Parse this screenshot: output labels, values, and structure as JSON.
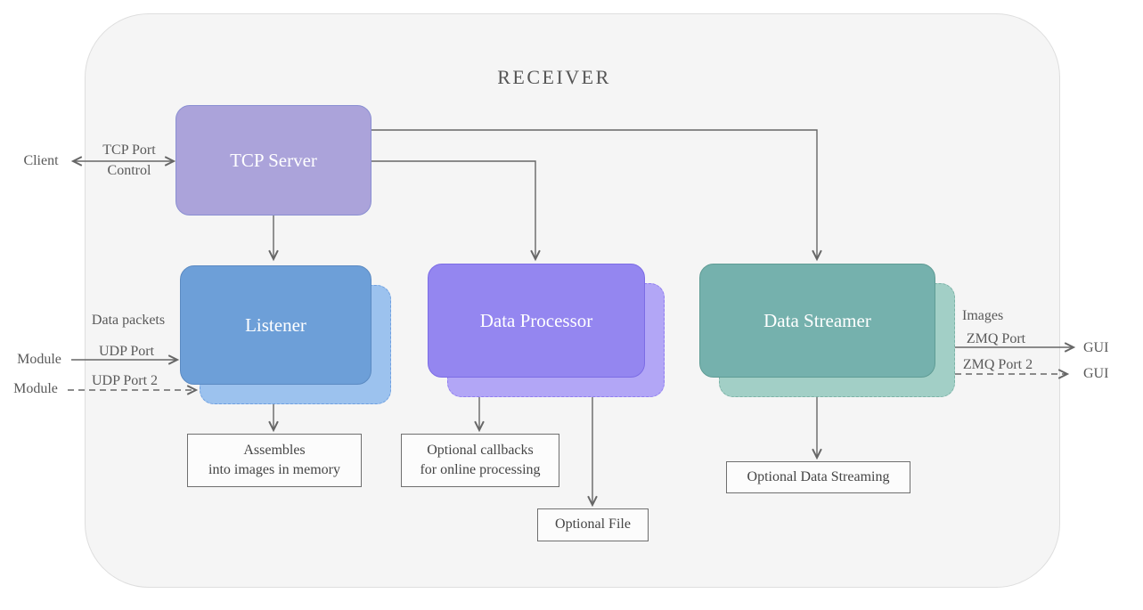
{
  "title": "RECEIVER",
  "colors": {
    "container_fill": "#f5f5f5",
    "tcp_server_fill": "#aba3da",
    "listener_fill": "#6d9fd8",
    "listener_shadow_fill": "#9cc2ee",
    "processor_fill": "#9486f0",
    "processor_shadow_fill": "#b2a6f6",
    "streamer_fill": "#75b1ad",
    "streamer_shadow_fill": "#a2cfc6",
    "wire": "#666666",
    "label_text": "#595959"
  },
  "nodes": {
    "tcp_server": "TCP Server",
    "listener": "Listener",
    "data_processor": "Data Processor",
    "data_streamer": "Data Streamer"
  },
  "notes": {
    "assembles_line1": "Assembles",
    "assembles_line2": "into images in memory",
    "callbacks_line1": "Optional callbacks",
    "callbacks_line2": "for online processing",
    "optional_file": "Optional File",
    "optional_streaming": "Optional Data Streaming"
  },
  "labels": {
    "client": "Client",
    "tcp_port": "TCP Port",
    "control": "Control",
    "data_packets": "Data packets",
    "module_udp1": "Module",
    "udp_port": "UDP Port",
    "module_udp2": "Module",
    "udp_port_2": "UDP Port 2",
    "images": "Images",
    "zmq_port": "ZMQ Port",
    "gui_zmq1": "GUI",
    "zmq_port_2": "ZMQ Port 2",
    "gui_zmq2": "GUI"
  }
}
